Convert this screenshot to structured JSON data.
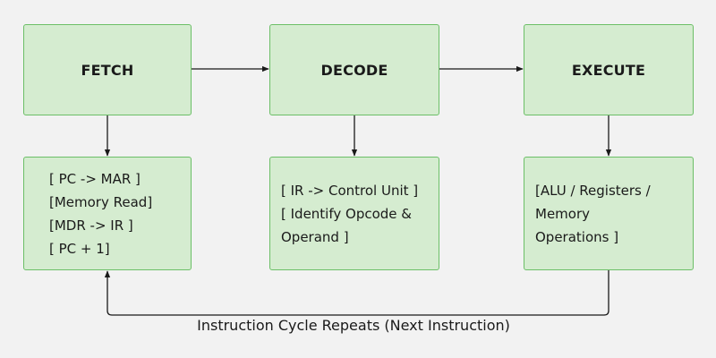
{
  "stages": {
    "fetch": "FETCH",
    "decode": "DECODE",
    "execute": "EXECUTE"
  },
  "details": {
    "fetch": [
      "[ PC -> MAR ]",
      "[Memory Read]",
      "[MDR -> IR ]",
      "[ PC + 1]"
    ],
    "decode": [
      "[ IR -> Control Unit ]",
      "[ Identify Opcode &",
      "Operand ]"
    ],
    "execute": [
      "[ALU / Registers /",
      "Memory",
      "Operations ]"
    ]
  },
  "loop_label": "Instruction Cycle Repeats (Next Instruction)",
  "colors": {
    "box_fill": "#d5ecd0",
    "box_border": "#6cbf67",
    "background": "#f2f2f2",
    "arrow": "#1a1a1a"
  }
}
